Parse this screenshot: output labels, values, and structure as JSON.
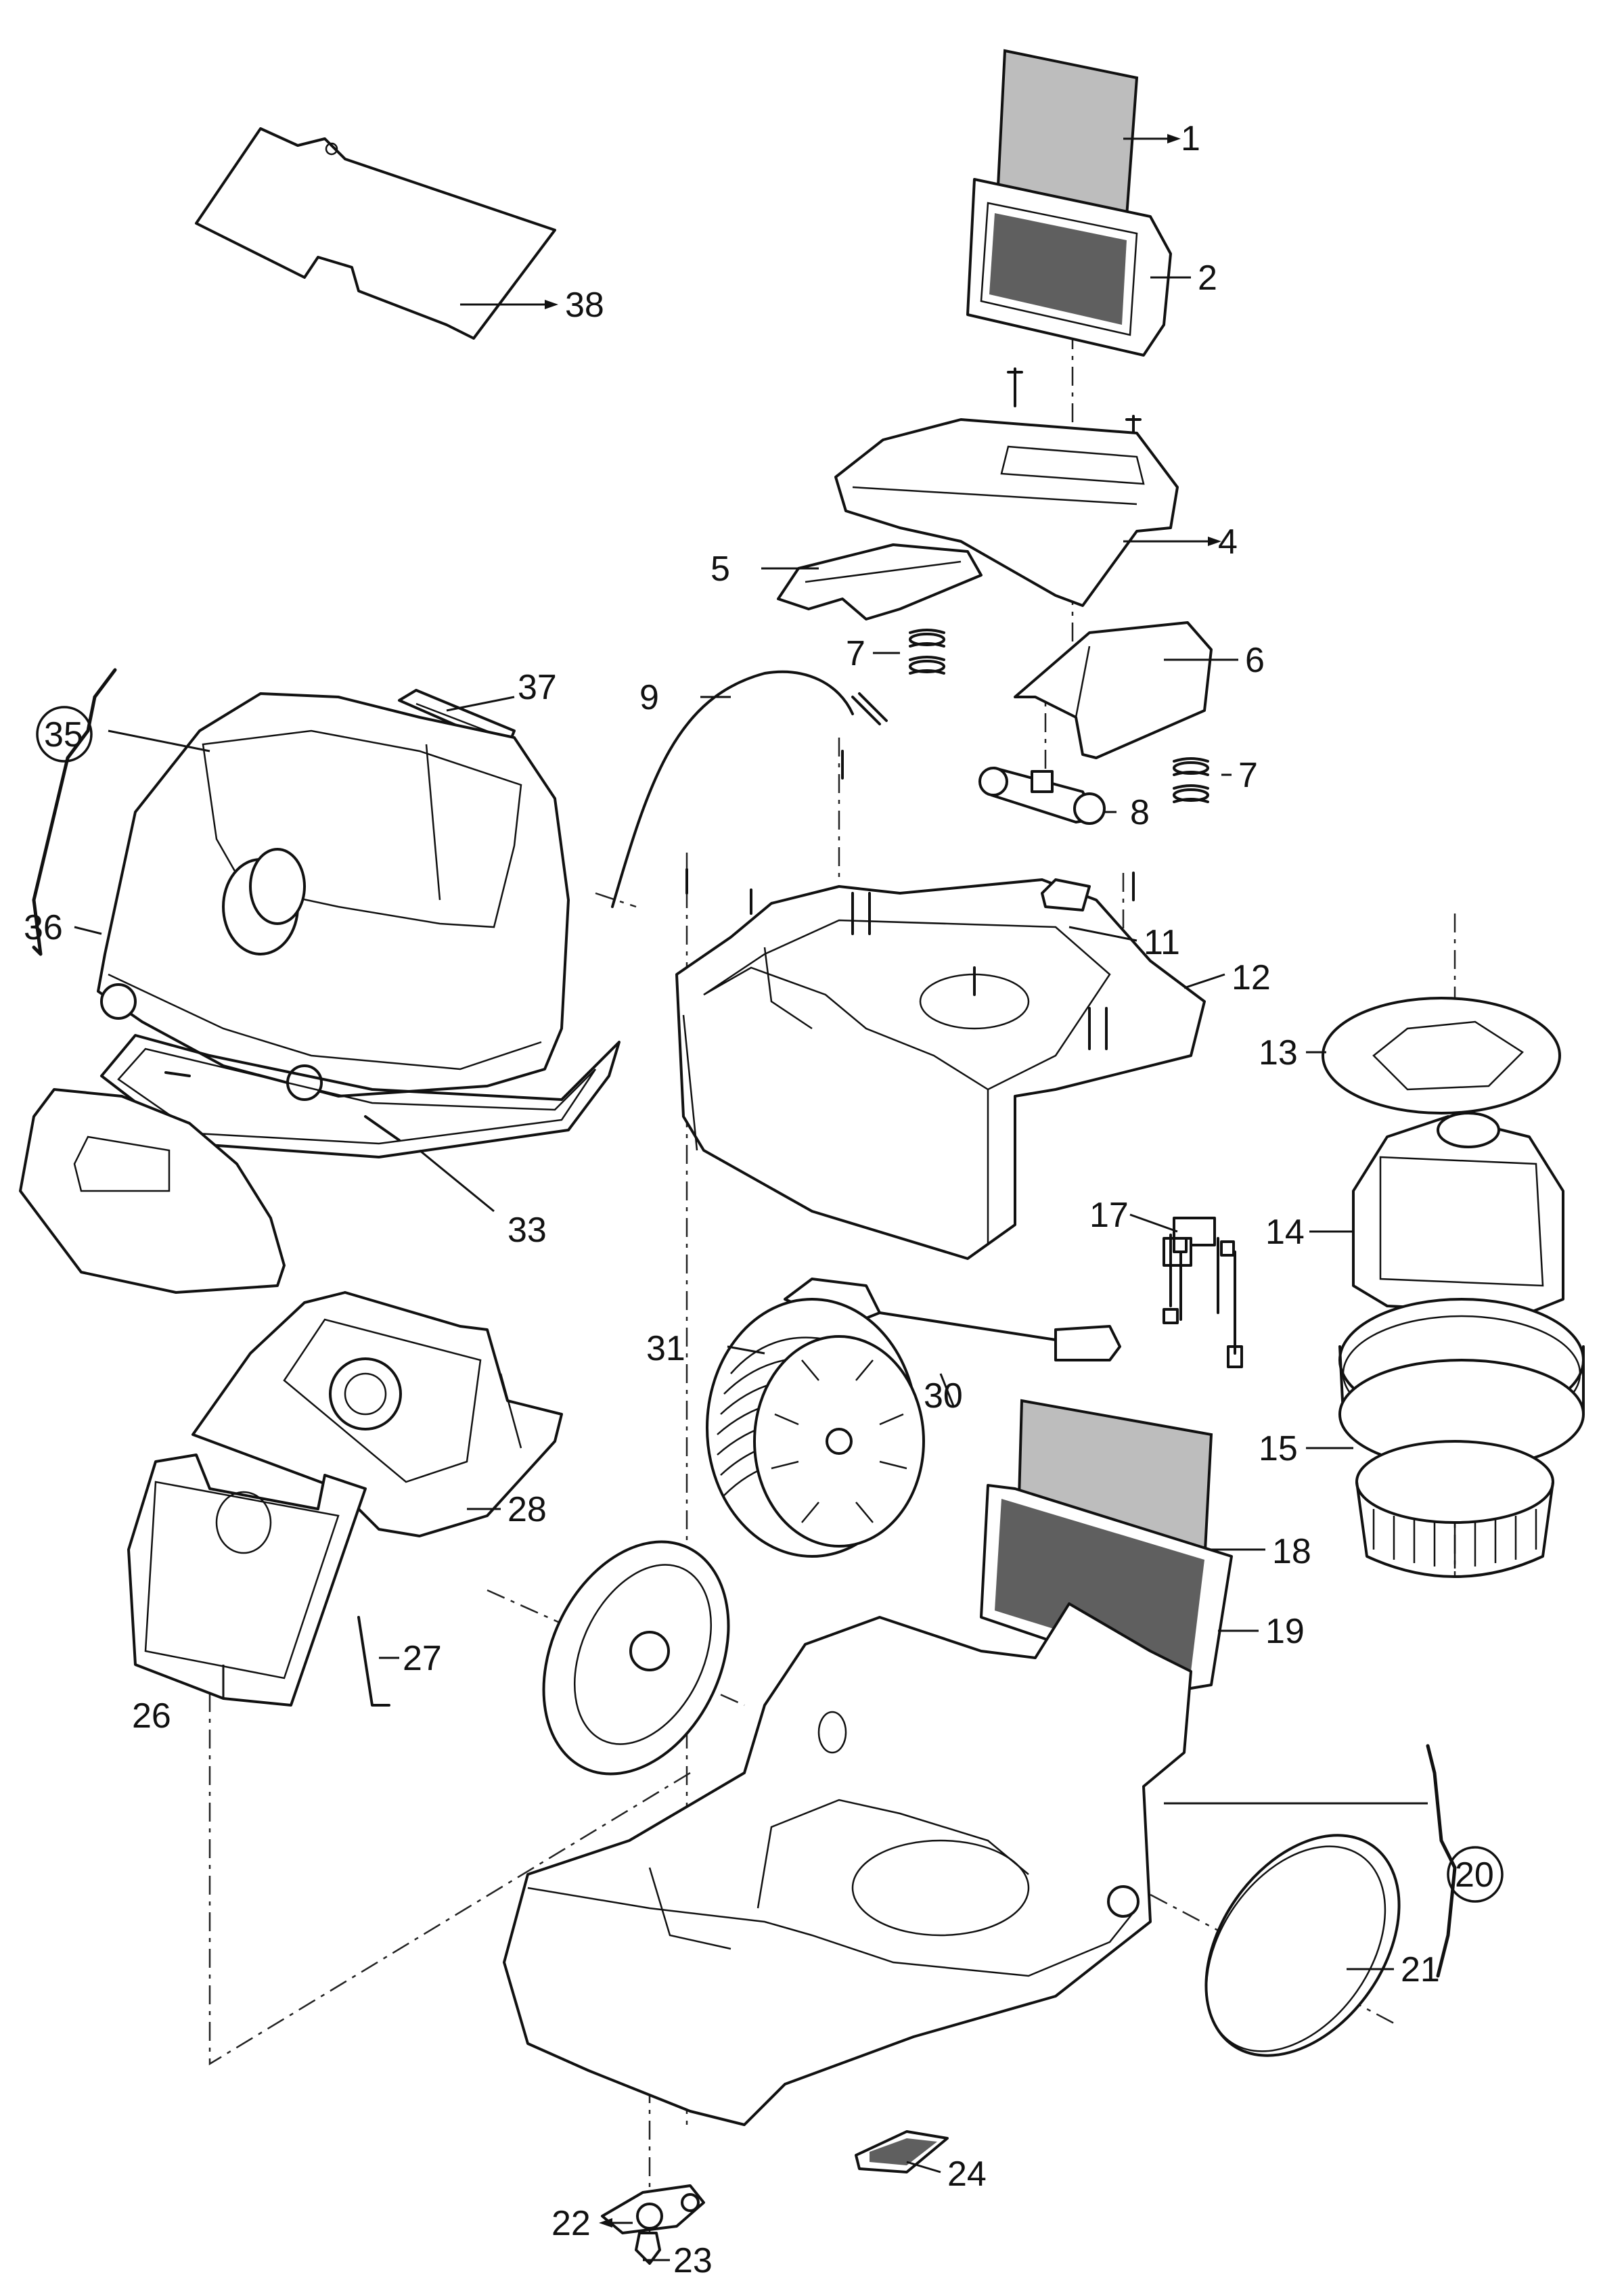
{
  "callouts": [
    {
      "id": "1",
      "text": "1"
    },
    {
      "id": "2",
      "text": "2"
    },
    {
      "id": "4",
      "text": "4"
    },
    {
      "id": "5",
      "text": "5"
    },
    {
      "id": "6",
      "text": "6"
    },
    {
      "id": "7a",
      "text": "7"
    },
    {
      "id": "7b",
      "text": "7"
    },
    {
      "id": "8",
      "text": "8"
    },
    {
      "id": "9",
      "text": "9"
    },
    {
      "id": "11",
      "text": "11"
    },
    {
      "id": "12",
      "text": "12"
    },
    {
      "id": "13",
      "text": "13"
    },
    {
      "id": "14",
      "text": "14"
    },
    {
      "id": "15",
      "text": "15"
    },
    {
      "id": "17",
      "text": "17"
    },
    {
      "id": "18",
      "text": "18"
    },
    {
      "id": "19",
      "text": "19"
    },
    {
      "id": "20",
      "text": "20"
    },
    {
      "id": "21",
      "text": "21"
    },
    {
      "id": "22",
      "text": "22"
    },
    {
      "id": "23",
      "text": "23"
    },
    {
      "id": "24",
      "text": "24"
    },
    {
      "id": "26",
      "text": "26"
    },
    {
      "id": "27",
      "text": "27"
    },
    {
      "id": "28",
      "text": "28"
    },
    {
      "id": "30",
      "text": "30"
    },
    {
      "id": "31",
      "text": "31"
    },
    {
      "id": "33",
      "text": "33"
    },
    {
      "id": "35",
      "text": "35"
    },
    {
      "id": "36",
      "text": "36"
    },
    {
      "id": "37",
      "text": "37"
    },
    {
      "id": "38",
      "text": "38"
    }
  ],
  "colors": {
    "line": "#111111",
    "background": "#ffffff",
    "filter_texture": "#bdbdbd"
  }
}
